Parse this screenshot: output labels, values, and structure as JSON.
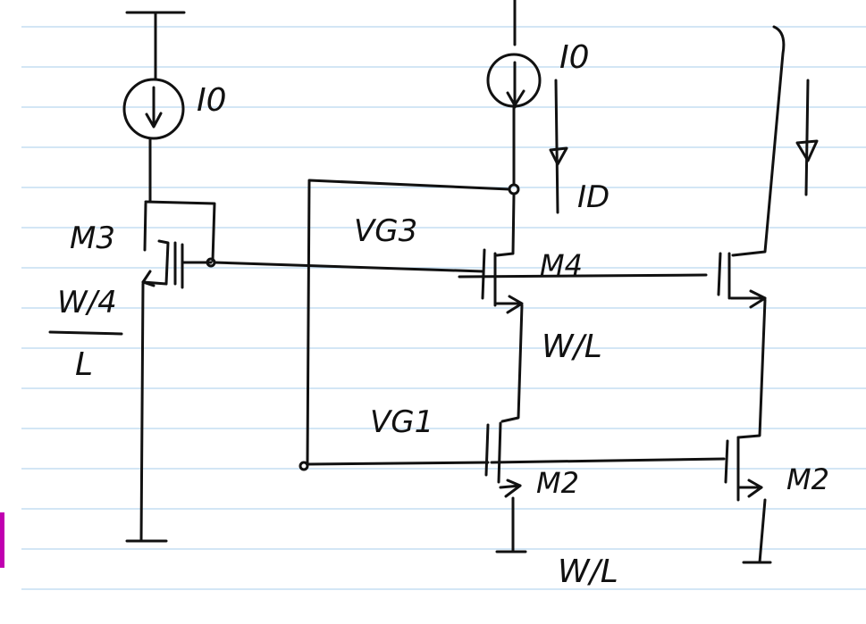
{
  "colors": {
    "ink": "#111111",
    "ruled_line": "#b9d7ef",
    "paper": "#ffffff",
    "margin_mark": "#c000b0"
  },
  "labels": {
    "m3": "M3",
    "m3_ratio_top": "W/4",
    "m3_ratio_bottom": "L",
    "i0_left": "I0",
    "i0_right": "I0",
    "id": "ID",
    "vg3": "VG3",
    "vg1": "VG1",
    "m4": "M4",
    "m4_ratio": "W/L",
    "m2": "M2",
    "m2_ratio": "W/L",
    "m2_right": "M2"
  }
}
